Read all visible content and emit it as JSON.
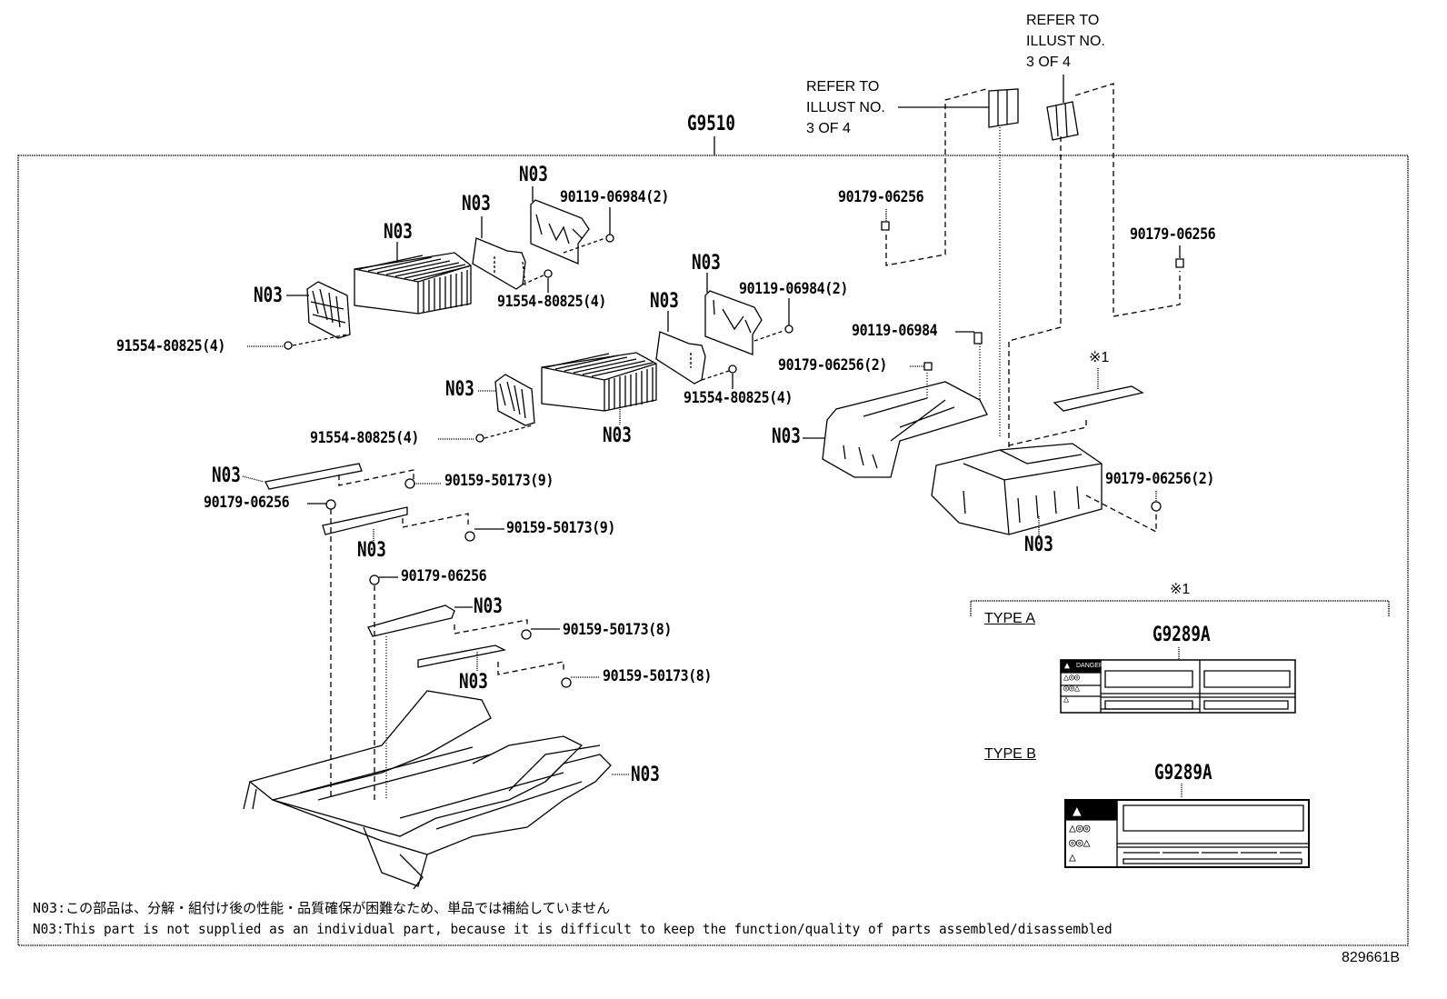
{
  "diagram": {
    "assembly_label": "G9510",
    "figure_number": "829661B",
    "reference_labels": [
      {
        "text_lines": [
          "REFER TO",
          "ILLUST NO.",
          "3 OF 4"
        ]
      },
      {
        "text_lines": [
          "REFER TO",
          "ILLUST NO.",
          "3 OF 4"
        ]
      }
    ],
    "component_labels": {
      "upper_end_plate_left": "N03",
      "upper_module_stack": "N03",
      "upper_end_plate_right": "N03",
      "upper_bracket": "N03",
      "lower_bracket": "N03",
      "lower_end_plate_right": "N03",
      "lower_end_plate_left": "N03",
      "lower_module_stack": "N03",
      "upper_cover": "N03",
      "lower_case": "N03",
      "rail_1": "N03",
      "rail_2": "N03",
      "rail_3": "N03",
      "rail_4": "N03",
      "frame": "N03"
    },
    "part_numbers": {
      "p1": "90119-06984(2)",
      "p2": "91554-80825(4)",
      "p3": "91554-80825(4)",
      "p4": "90119-06984(2)",
      "p5": "90119-06984",
      "p6": "90179-06256(2)",
      "p7": "91554-80825(4)",
      "p8": "91554-80825(4)",
      "p9": "90179-06256",
      "p10": "90179-06256",
      "p11": "90179-06256(2)",
      "p12": "90159-50173(9)",
      "p13": "90179-06256",
      "p14": "90159-50173(9)",
      "p15": "90179-06256",
      "p16": "90159-50173(8)",
      "p17": "90159-50173(8)"
    },
    "note_marker": "※1",
    "label_callout": {
      "marker": "※1",
      "types": [
        {
          "type_label": "TYPE A",
          "part_number": "G9289A",
          "warning_text": "DANGER"
        },
        {
          "type_label": "TYPE B",
          "part_number": "G9289A"
        }
      ]
    },
    "notes": {
      "jp": "N03:この部品は、分解・組付け後の性能・品質確保が困難なため、単品では補給していません",
      "en": "N03:This part is not supplied as an individual part, because it is difficult to keep the function/quality of parts assembled/disassembled"
    }
  }
}
